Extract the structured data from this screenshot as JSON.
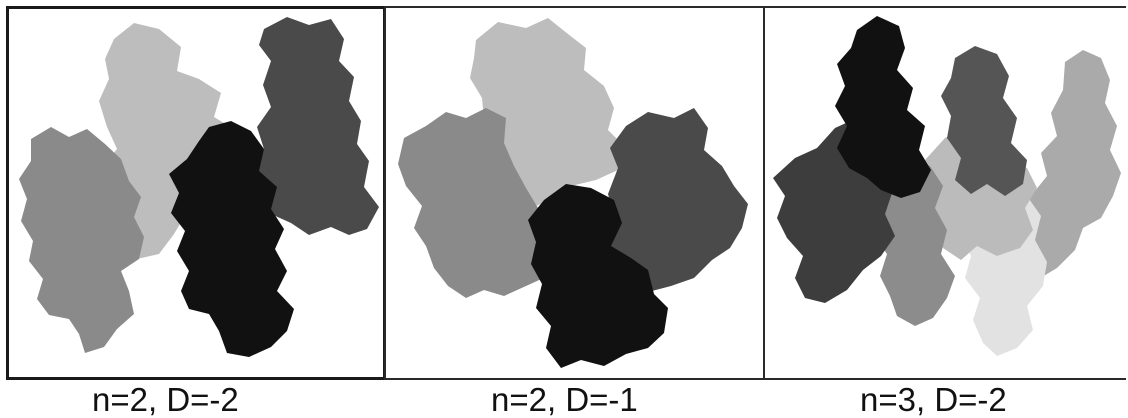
{
  "panels": [
    {
      "caption": "n=2, D=-2"
    },
    {
      "caption": "n=2, D=-1"
    },
    {
      "caption": "n=3, D=-2"
    }
  ],
  "colors": {
    "black": "#111111",
    "dark_gray": "#4a4a4a",
    "mid_gray": "#8a8a8a",
    "light_gray": "#bdbdbd",
    "pale_gray": "#e6e6e6",
    "frame": "#1a1a1a"
  }
}
